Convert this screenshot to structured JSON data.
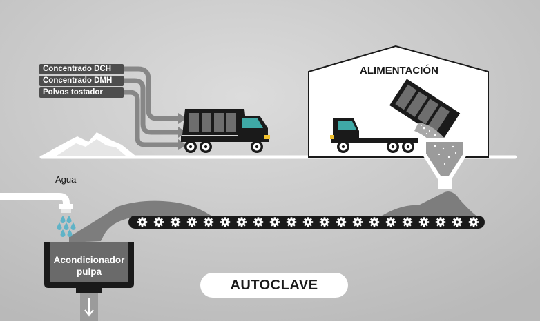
{
  "sources": [
    {
      "label": "Concentrado DCH"
    },
    {
      "label": "Concentrado DMH"
    },
    {
      "label": "Polvos tostador"
    }
  ],
  "building": {
    "title": "ALIMENTACIÓN"
  },
  "water": {
    "label": "Agua"
  },
  "conditioner": {
    "line1": "Acondicionador",
    "line2": "pulpa"
  },
  "autoclave": {
    "label": "AUTOCLAVE"
  },
  "colors": {
    "background": "#c9c9c9",
    "label_box": "#4d4d4d",
    "pipe": "#878787",
    "truck_body": "#1a1a1a",
    "truck_cab_window": "#3fa9a6",
    "ore_pile": "#7d7d7d",
    "water_drops": "#5fb3c7",
    "white": "#ffffff"
  }
}
